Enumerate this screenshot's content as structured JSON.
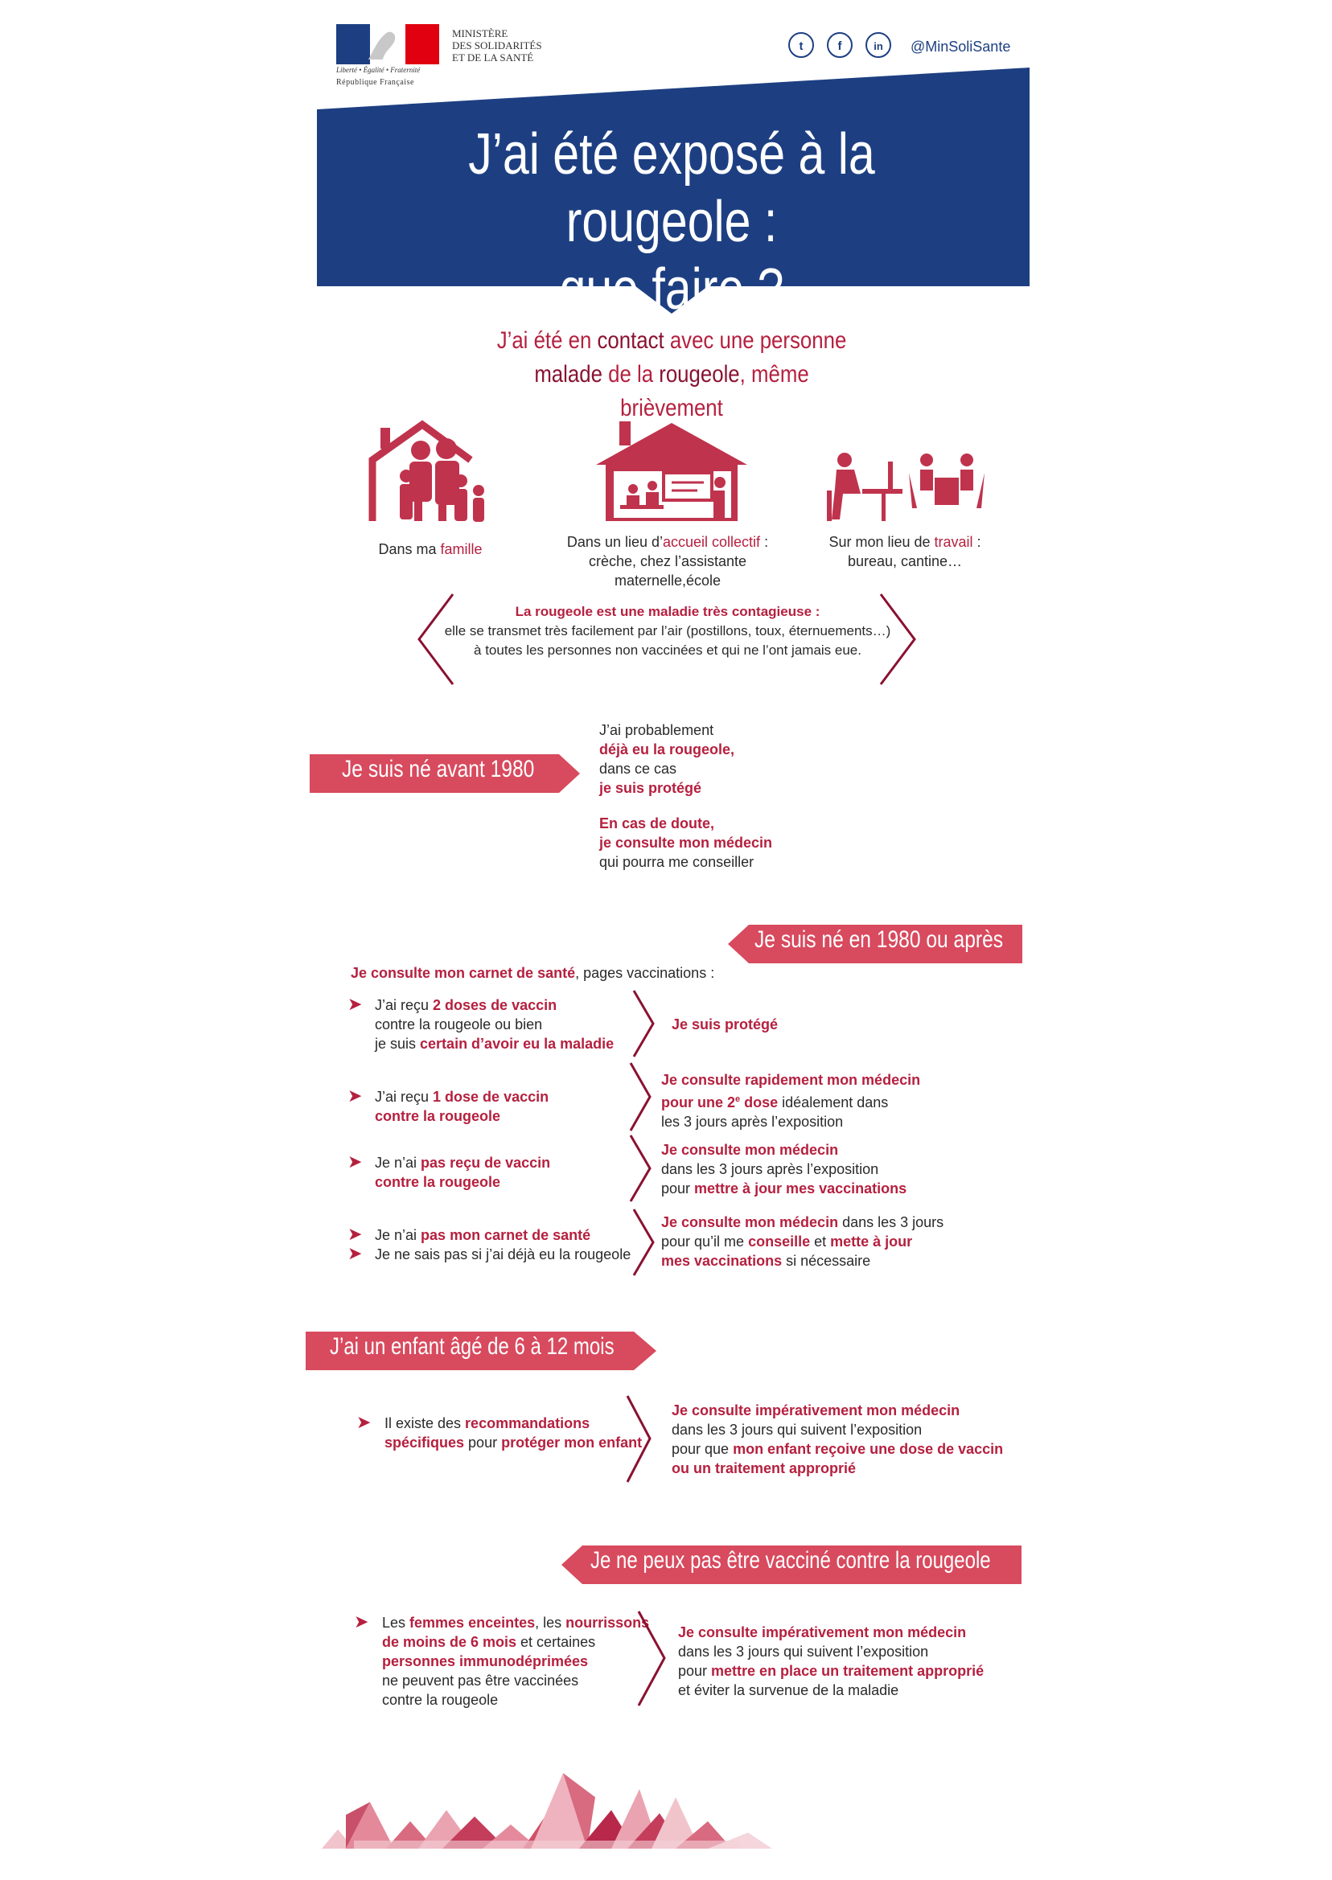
{
  "header": {
    "ministry_lines": [
      "Ministère",
      "des Solidarités",
      "et de la Santé"
    ],
    "motto": "Liberté • Égalité • Fraternité",
    "republic": "République Française",
    "social": {
      "twitter_icon": "t",
      "facebook_icon": "f",
      "linkedin_icon": "in",
      "handle": "@MinSoliSante"
    }
  },
  "banner": {
    "line1": "J’ai été exposé à la rougeole :",
    "line2": "que faire ?"
  },
  "intro": {
    "l1_a": "J’ai été en ",
    "l1_b": "contact",
    "l1_c": " avec une personne",
    "l2_a": "malade",
    "l2_b": " de la ",
    "l2_c": "rougeole",
    "l2_d": ", même brièvement"
  },
  "places": {
    "family": {
      "text": "Dans ma ",
      "hl": "famille"
    },
    "collective": {
      "l1_a": "Dans un lieu d’",
      "l1_b": "accueil collectif",
      "l1_c": " :",
      "l2": "crèche, chez l’assistante maternelle,école"
    },
    "work": {
      "l1_a": "Sur mon lieu de ",
      "l1_b": "travail",
      "l1_c": " :",
      "l2": "bureau, cantine…"
    }
  },
  "contagious": {
    "l1": "La rougeole est une maladie très contagieuse :",
    "l2": "elle se transmet très facilement par l’air (postillons, toux, éternuements…)",
    "l3": "à toutes les personnes non vaccinées et qui ne l’ont jamais eue."
  },
  "before1980": {
    "tag": "Je suis né avant 1980",
    "p1": "J’ai probablement",
    "p2": "déjà eu la rougeole,",
    "p3": "dans ce cas",
    "p4": "je suis protégé",
    "p5": "En cas de doute,",
    "p6": "je consulte mon médecin",
    "p7": "qui pourra me conseiller"
  },
  "after1980": {
    "tag": "Je suis né en 1980 ou après",
    "intro_a": "Je consulte mon carnet de santé",
    "intro_b": ", pages vaccinations :",
    "r1": {
      "l1_a": "J’ai reçu ",
      "l1_b": "2 doses de vaccin",
      "l2": "contre la rougeole ou bien",
      "l3_a": "je suis ",
      "l3_b": "certain d’avoir eu la maladie",
      "ans": "Je suis protégé"
    },
    "r2": {
      "l1_a": "J’ai reçu ",
      "l1_b": "1 dose de vaccin",
      "l2": "contre la rougeole",
      "a1": "Je consulte rapidement mon médecin",
      "a2_a": "pour une 2",
      "a2_sup": "e",
      "a2_b": " dose",
      "a2_c": " idéalement dans",
      "a3": "les 3 jours après l’exposition"
    },
    "r3": {
      "l1_a": "Je n’ai ",
      "l1_b": "pas reçu de vaccin",
      "l2": "contre la rougeole",
      "a1": "Je consulte mon médecin",
      "a2": "dans les 3 jours après l’exposition",
      "a3_a": "pour ",
      "a3_b": "mettre à jour mes vaccinations"
    },
    "r4": {
      "l1_a": "Je n’ai ",
      "l1_b": "pas mon carnet de santé",
      "l2": "Je ne sais pas si j’ai déjà eu la rougeole",
      "a1_a": "Je consulte mon médecin",
      "a1_b": " dans les 3 jours",
      "a2_a": "pour qu’il me ",
      "a2_b": "conseille",
      "a2_c": " et ",
      "a2_d": "mette à jour",
      "a3_a": "mes vaccinations",
      "a3_b": " si nécessaire"
    }
  },
  "child": {
    "tag": "J’ai un enfant âgé de 6 à 12 mois",
    "l1_a": "Il existe des ",
    "l1_b": "recommandations",
    "l2_a": "spécifiques",
    "l2_b": " pour ",
    "l2_c": "protéger mon enfant",
    "a1": "Je consulte impérativement mon médecin",
    "a2": "dans les 3 jours qui suivent l’exposition",
    "a3_a": "pour que ",
    "a3_b": "mon enfant reçoive une dose de vaccin",
    "a4": "ou un traitement approprié"
  },
  "cannot": {
    "tag": "Je ne peux pas être vacciné contre la rougeole",
    "l1_a": "Les ",
    "l1_b": "femmes enceintes",
    "l1_c": ", les ",
    "l1_d": "nourrissons",
    "l2_a": "de moins de 6 mois",
    "l2_b": " et certaines",
    "l3": "personnes immunodéprimées",
    "l4": "ne peuvent pas être vaccinées",
    "l5": "contre la rougeole",
    "a1": "Je consulte impérativement mon médecin",
    "a2": "dans les 3 jours qui suivent l’exposition",
    "a3_a": "pour ",
    "a3_b": "mettre en place un traitement approprié",
    "a4": "et éviter la survenue de la maladie"
  },
  "colors": {
    "navy": "#1d3f82",
    "red": "#b5203f",
    "tag_red": "#d84a5e"
  }
}
